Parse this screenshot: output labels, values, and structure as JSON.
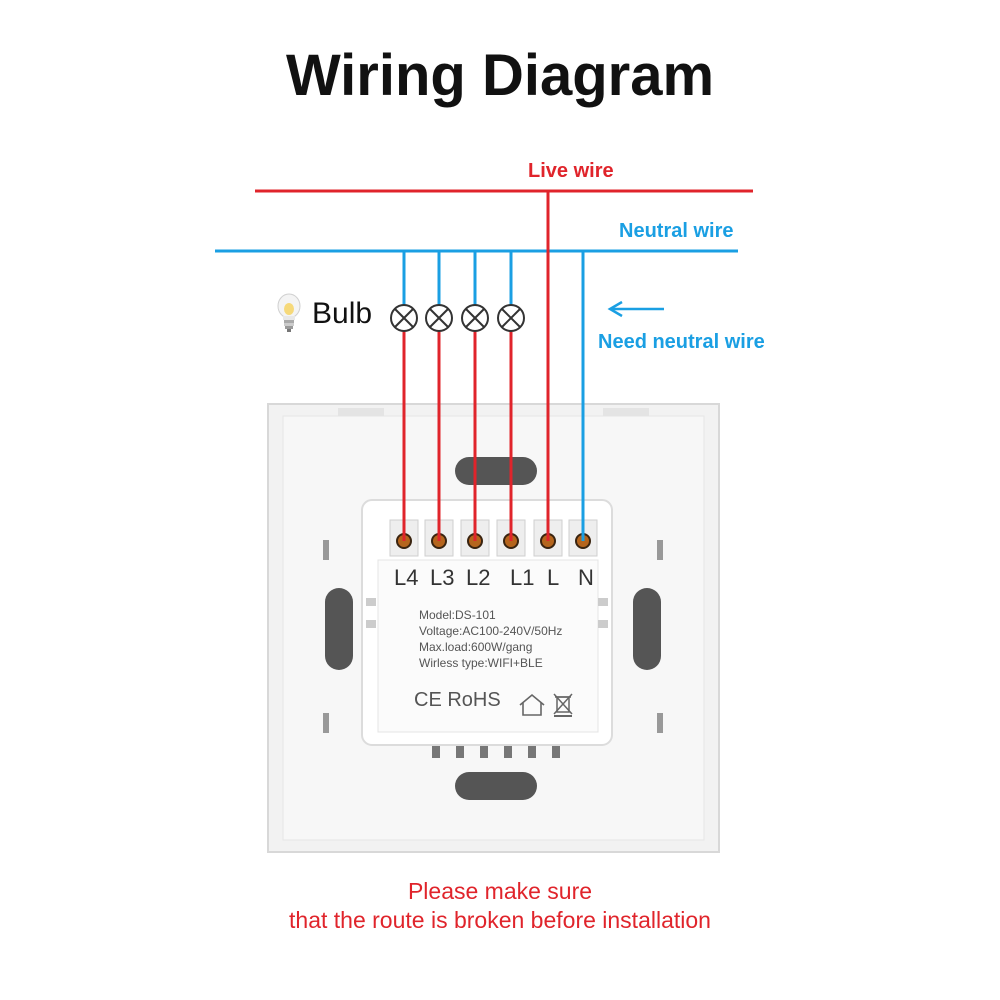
{
  "title": "Wiring Diagram",
  "labels": {
    "live_wire": "Live wire",
    "neutral_wire": "Neutral wire",
    "need_neutral": "Need neutral wire",
    "bulb": "Bulb"
  },
  "terminals": [
    "L4",
    "L3",
    "L2",
    "L1",
    "L",
    "N"
  ],
  "device": {
    "model": "Model:DS-101",
    "voltage": "Voltage:AC100-240V/50Hz",
    "max_load": "Max.load:600W/gang",
    "wireless": "Wirless type:WIFI+BLE",
    "certs": "CE RoHS"
  },
  "warning": {
    "line1": "Please make sure",
    "line2": "that the route is broken before installation"
  },
  "colors": {
    "live": "#e0242b",
    "neutral": "#1a9fe3"
  }
}
